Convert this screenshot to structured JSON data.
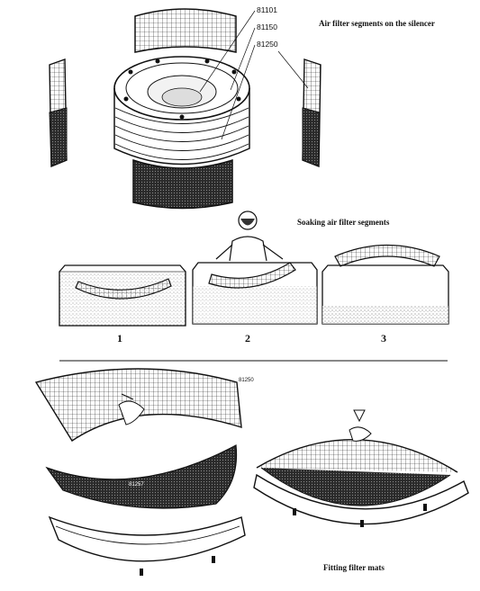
{
  "captions": {
    "silencer": "Air filter segments on the silencer",
    "soaking": "Soaking air filter segments",
    "fitting": "Fitting filter mats"
  },
  "part_numbers": {
    "p1": "81101",
    "p2": "81150",
    "p3": "81250",
    "segment": "81250",
    "mat": "81257"
  },
  "steps": [
    "1",
    "2",
    "3"
  ]
}
